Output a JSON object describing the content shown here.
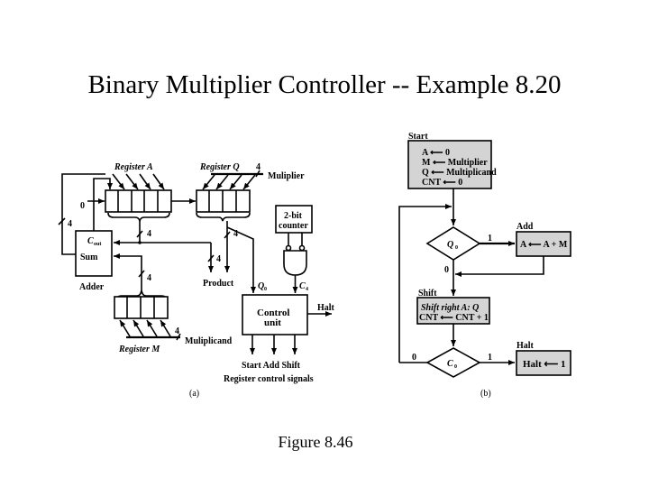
{
  "slide": {
    "title": "Binary Multiplier Controller -- Example 8.20",
    "caption": "Figure 8.46"
  },
  "datapath": {
    "label": "(a)",
    "register_a": "Register A",
    "register_q": "Register Q",
    "register_m": "Register M",
    "multiplier_label": "Muliplier",
    "multiplicand_label": "Muliplicand",
    "counter_line1": "2-bit",
    "counter_line2": "counter",
    "adder_cout": "C",
    "adder_cout_sub": "out",
    "adder_sum": "Sum",
    "adder_label": "Adder",
    "product_label": "Product",
    "q0_label": "Q",
    "q0_sub": "0",
    "c4_label": "C",
    "c4_sub": "4",
    "control_line1": "Control",
    "control_line2": "unit",
    "halt_out": "Halt",
    "signals_line": "Start Add Shift",
    "signals_caption": "Register control signals",
    "zero_input": "0",
    "bus_width": "4"
  },
  "flowchart": {
    "label": "(b)",
    "start_title": "Start",
    "start_lines": [
      "A ⟵ 0",
      "M ⟵ Multiplier",
      "Q ⟵ Multiplicand",
      "CNT ⟵ 0"
    ],
    "decision1": "Q",
    "decision1_sub": "0",
    "decision1_true": "1",
    "decision1_false": "0",
    "add_title": "Add",
    "add_op": "A ⟵ A + M",
    "shift_title": "Shift",
    "shift_line1": "Shift right A: Q",
    "shift_line2": "CNT ⟵ CNT + 1",
    "decision2": "C",
    "decision2_sub": "0",
    "decision2_true": "1",
    "decision2_false": "0",
    "halt_title": "Halt",
    "halt_op": "Halt ⟵ 1"
  },
  "colors": {
    "box_fill": "#d4d4d4",
    "ink": "#000000",
    "background": "#ffffff"
  }
}
